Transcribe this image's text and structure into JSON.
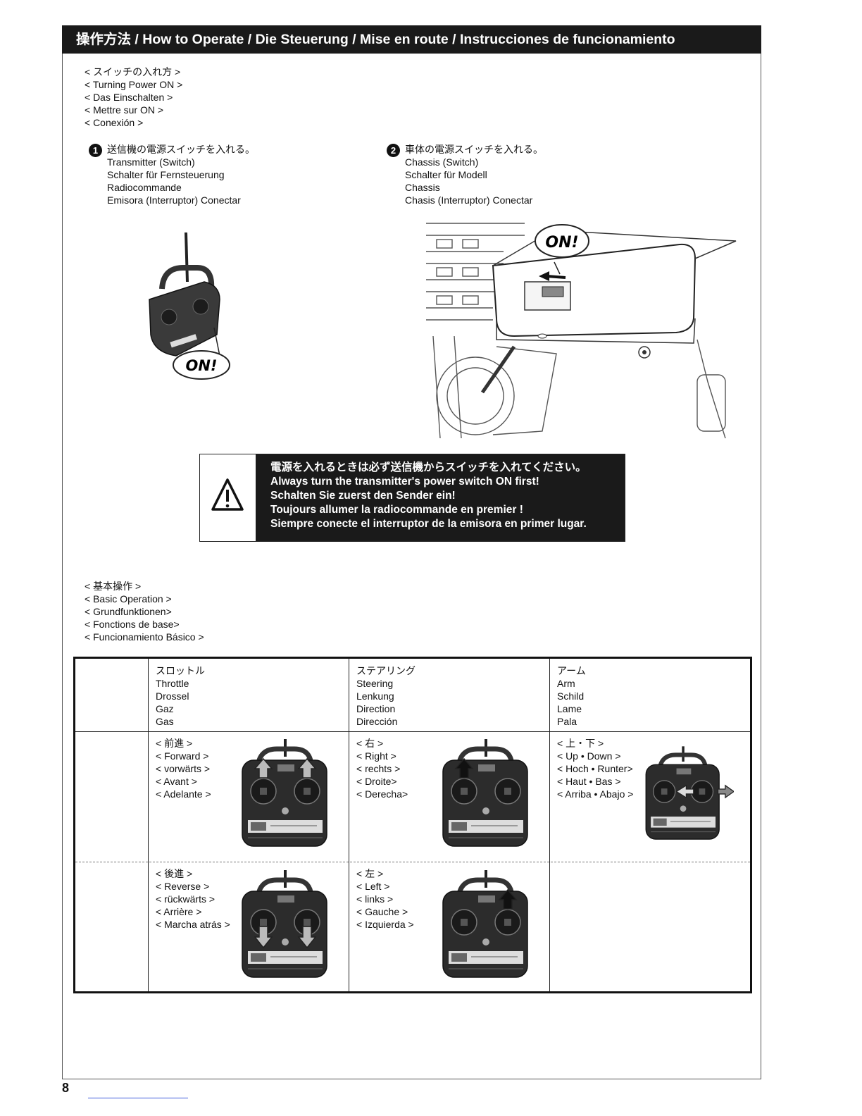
{
  "header": {
    "title": "操作方法 / How to Operate / Die Steuerung / Mise en route / Instrucciones de funcionamiento"
  },
  "power_on": {
    "headings": [
      "< スイッチの入れ方 >",
      "< Turning Power ON >",
      "< Das Einschalten >",
      "< Mettre sur ON >",
      "< Conexión >"
    ],
    "steps": [
      {
        "num": "1",
        "lines": [
          "送信機の電源スイッチを入れる。",
          "Transmitter (Switch)",
          "Schalter für Fernsteuerung",
          "Radiocommande",
          "Emisora (Interruptor) Conectar"
        ]
      },
      {
        "num": "2",
        "lines": [
          "車体の電源スイッチを入れる。",
          "Chassis (Switch)",
          "Schalter für Modell",
          "Chassis",
          "Chasis (Interruptor) Conectar"
        ]
      }
    ],
    "on_label": "ON!"
  },
  "warning": {
    "icon": "warning-triangle-icon",
    "lines": [
      "電源を入れるときは必ず送信機からスイッチを入れてください。",
      "Always turn the transmitter's power switch ON first!",
      "Schalten Sie zuerst den Sender ein!",
      "Toujours allumer la radiocommande en premier !",
      "Siempre conecte el interruptor de la emisora en primer lugar."
    ]
  },
  "basic_operation": {
    "headings": [
      "< 基本操作 >",
      "< Basic Operation >",
      "< Grundfunktionen>",
      "< Fonctions de base>",
      "< Funcionamiento Básico >"
    ],
    "columns": [
      {
        "lines": [
          "スロットル",
          "Throttle",
          "Drossel",
          "Gaz",
          "Gas"
        ]
      },
      {
        "lines": [
          "ステアリング",
          "Steering",
          "Lenkung",
          "Direction",
          "Dirección"
        ]
      },
      {
        "lines": [
          "アーム",
          "Arm",
          "Schild",
          "Lame",
          "Pala"
        ]
      }
    ],
    "row1": [
      {
        "lines": [
          "< 前進 >",
          "< Forward >",
          "< vorwärts >",
          "< Avant >",
          "< Adelante >"
        ]
      },
      {
        "lines": [
          "< 右 >",
          "< Right >",
          "< rechts >",
          "< Droite>",
          "< Derecha>"
        ]
      },
      {
        "lines": [
          "< 上・下 >",
          "< Up • Down >",
          "< Hoch • Runter>",
          "< Haut • Bas >",
          "< Arriba • Abajo >"
        ]
      }
    ],
    "row2": [
      {
        "lines": [
          "< 後進 >",
          "< Reverse >",
          "< rückwärts >",
          "< Arrière >",
          "< Marcha atrás >"
        ]
      },
      {
        "lines": [
          "< 左 >",
          "< Left >",
          "< links >",
          "< Gauche >",
          "< Izquierda >"
        ]
      }
    ]
  },
  "page_number": "8"
}
